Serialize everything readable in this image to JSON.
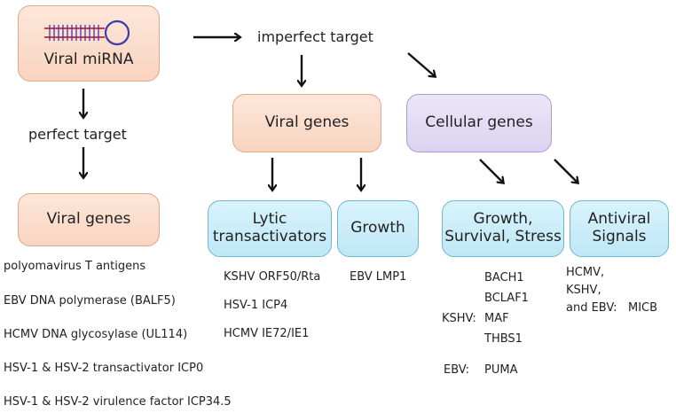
{
  "nodes": {
    "viral_mirna": "Viral miRNA",
    "viral_genes_left": "Viral genes",
    "viral_genes_mid": "Viral genes",
    "cellular_genes": "Cellular genes",
    "lytic": [
      "Lytic",
      "transactivators"
    ],
    "growth": "Growth",
    "growth_survival_stress": [
      "Growth,",
      "Survival, Stress"
    ],
    "antiviral": [
      "Antiviral",
      "Signals"
    ]
  },
  "edges": {
    "imperfect": "imperfect target",
    "perfect": "perfect target"
  },
  "lists": {
    "perfect_targets": [
      "polyomavirus T antigens",
      "EBV DNA polymerase (BALF5)",
      "HCMV DNA glycosylase (UL114)",
      "HSV-1 & HSV-2 transactivator ICP0",
      "HSV-1 & HSV-2 virulence factor ICP34.5"
    ],
    "lytic_targets": [
      "KSHV ORF50/Rta",
      "HSV-1 ICP4",
      "HCMV IE72/IE1"
    ],
    "growth_targets": [
      "EBV LMP1"
    ],
    "kshv_label": "KSHV:",
    "kshv_genes": [
      "BACH1",
      "BCLAF1",
      "MAF",
      "THBS1"
    ],
    "ebv_label": "EBV:",
    "ebv_gene": "PUMA",
    "antiviral_viruses": [
      "HCMV,",
      "KSHV,",
      "and EBV:"
    ],
    "antiviral_gene": "MICB"
  },
  "colors": {
    "peach_fill": "#fde7da",
    "lavender_fill": "#e4ddf4",
    "cyan_fill": "#cdeef9",
    "hairpin": "#d9364a",
    "loop": "#3b3aa8"
  }
}
